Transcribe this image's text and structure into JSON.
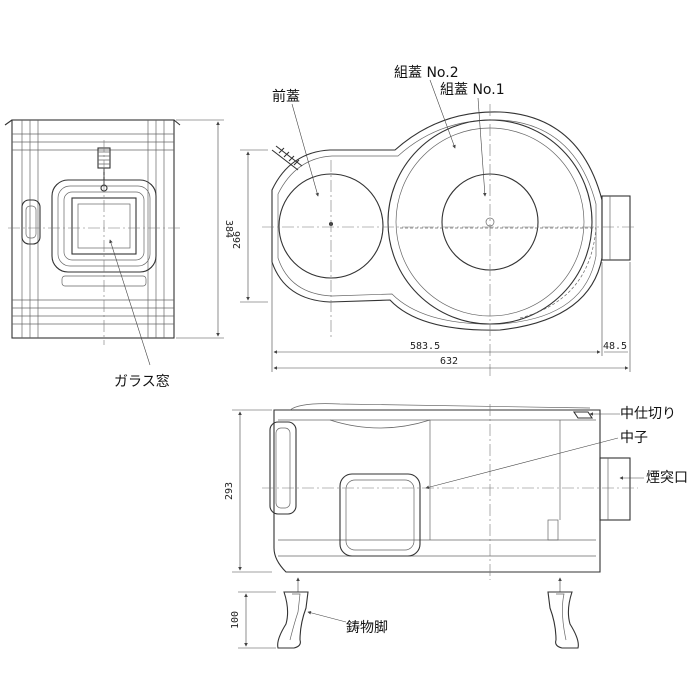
{
  "labels": {
    "glass_window": "ガラス窓",
    "front_lid": "前蓋",
    "lid_no2": "組蓋 No.2",
    "lid_no1": "組蓋 No.1",
    "middle_partition": "中仕切り",
    "inner_core": "中子",
    "flue_outlet": "煙突口",
    "cast_legs": "鋳物脚"
  },
  "dimensions": {
    "front_height": "384",
    "plan_depth": "266",
    "plan_length_main": "583.5",
    "plan_outlet": "48.5",
    "plan_total": "632",
    "side_height": "293",
    "leg_height": "100"
  }
}
